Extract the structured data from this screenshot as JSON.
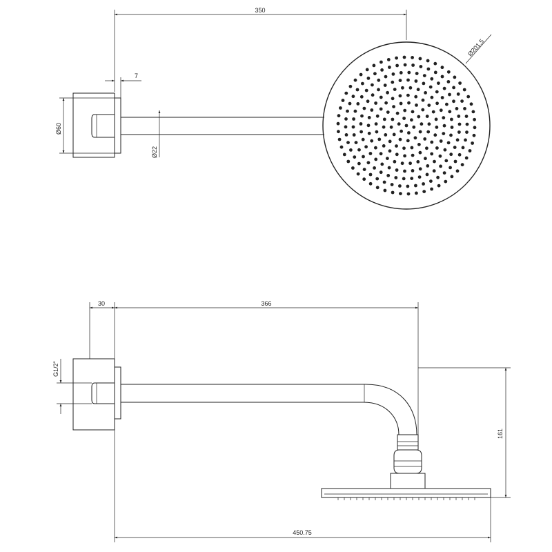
{
  "colors": {
    "line": "#222222",
    "background": "#ffffff"
  },
  "top_view": {
    "dim_arm_length": "350",
    "dim_head_diameter": "Ø201.5",
    "dim_flange_gap": "7",
    "dim_flange_diameter": "Ø60",
    "dim_arm_diameter": "Ø22"
  },
  "side_view": {
    "dim_wall_depth": "30",
    "dim_arm_reach": "366",
    "dim_thread": "G1/2\"",
    "dim_drop_height": "161",
    "dim_total_length": "450.75"
  }
}
